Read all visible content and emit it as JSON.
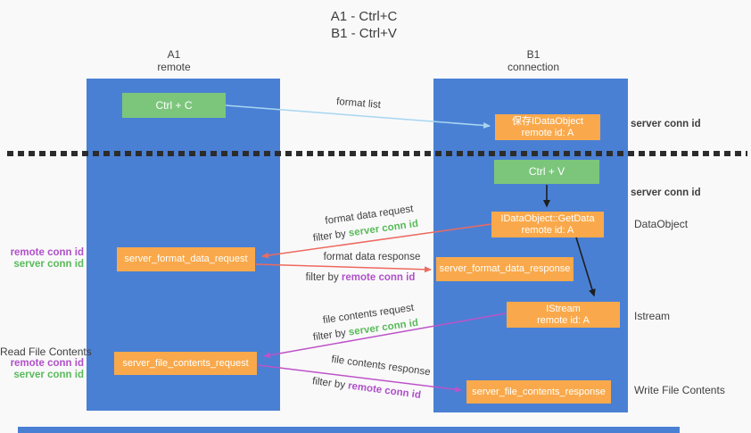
{
  "title": {
    "line1": "A1 - Ctrl+C",
    "line2": "B1 - Ctrl+V"
  },
  "lanes": {
    "a1": {
      "name": "A1",
      "subtitle": "remote"
    },
    "b1": {
      "name": "B1",
      "subtitle": "connection"
    }
  },
  "nodes": {
    "ctrl_c": {
      "label": "Ctrl + C"
    },
    "ctrl_v": {
      "label": "Ctrl + V"
    },
    "save_dataobject": {
      "line1": "保存IDataObject",
      "line2": "remote id: A"
    },
    "getdata": {
      "line1": "IDataObject::GetData",
      "line2": "remote id: A"
    },
    "istream": {
      "line1": "IStream",
      "line2": "remote id: A"
    },
    "server_format_data_request": {
      "label": "server_format_data_request"
    },
    "server_format_data_response": {
      "label": "server_format_data_response"
    },
    "server_file_contents_request": {
      "label": "server_file_contents_request"
    },
    "server_file_contents_response": {
      "label": "server_file_contents_response"
    }
  },
  "arrow_labels": {
    "format_list": "format list",
    "format_data_request": "format data request",
    "format_data_response": "format data response",
    "file_contents_request": "file contents request",
    "file_contents_response": "file contents response"
  },
  "terms": {
    "filter_by": "filter by",
    "server_conn_id": "server conn id",
    "remote_conn_id": "remote conn id"
  },
  "side_labels": {
    "dataobject": "DataObject",
    "istream": "Istream",
    "write_file_contents": "Write File Contents",
    "read_file_contents": "Read File Contents"
  },
  "colors": {
    "bg": "#f9f9fa",
    "lane_blue": "#4a80d4",
    "node_green": "#7cc67c",
    "node_orange": "#f9a94b",
    "accent_green": "#5aba5a",
    "accent_purple": "#b050c8",
    "arrow_red": "#ed6a5f",
    "arrow_magenta": "#bd53c8",
    "arrow_lightblue": "#a8d6f0",
    "arrow_black": "#1e1e1e"
  }
}
